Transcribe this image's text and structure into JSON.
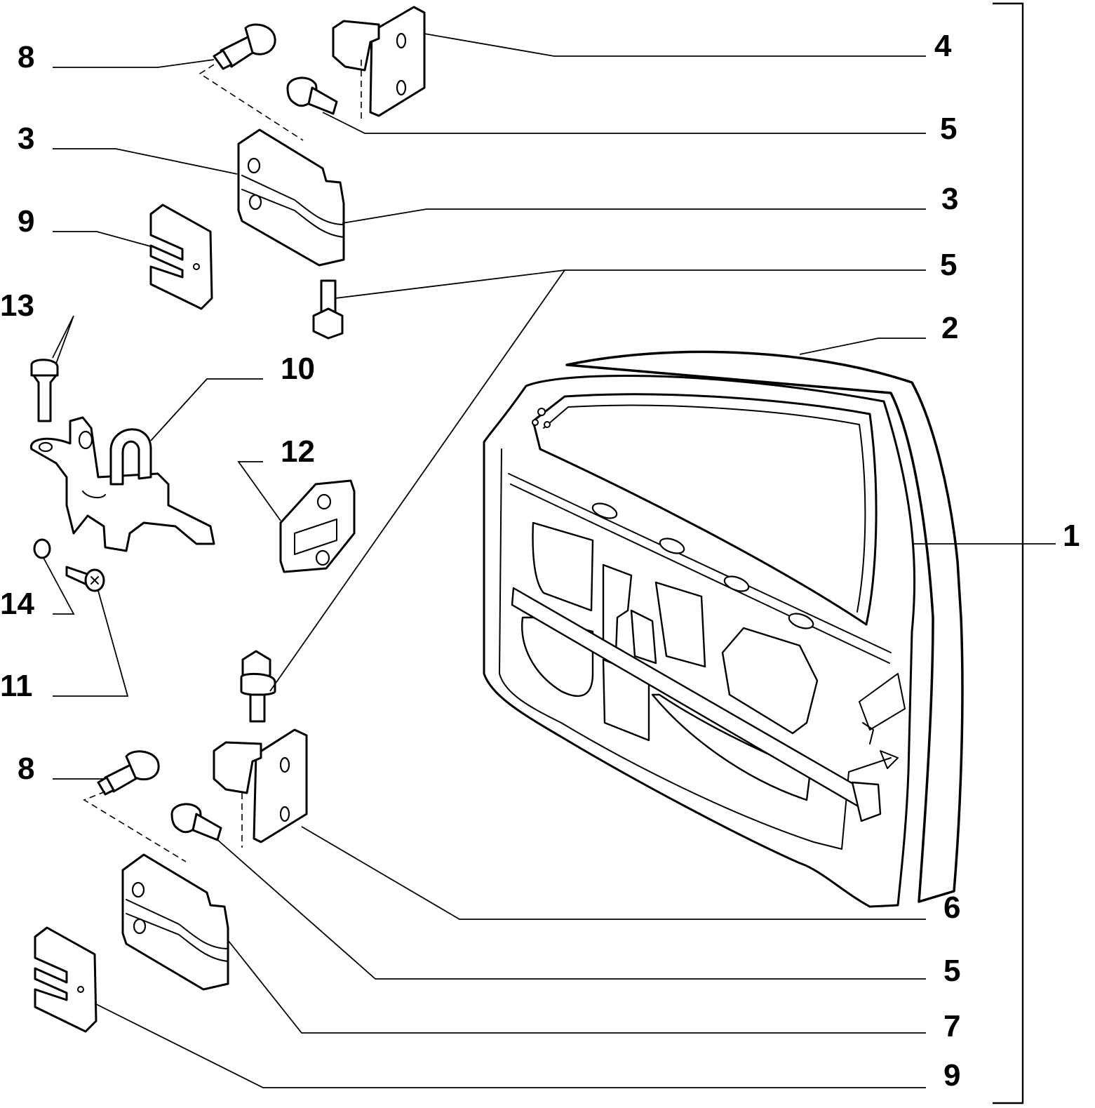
{
  "callouts": {
    "n1": "1",
    "n2": "2",
    "n3_left": "3",
    "n3_right": "3",
    "n4": "4",
    "n5_top": "5",
    "n5_upper_mid": "5",
    "n5_lower": "5",
    "n6": "6",
    "n7": "7",
    "n8_top": "8",
    "n8_bottom": "8",
    "n9_top": "9",
    "n9_bottom": "9",
    "n10": "10",
    "n11": "11",
    "n12": "12",
    "n13": "13",
    "n14": "14"
  }
}
